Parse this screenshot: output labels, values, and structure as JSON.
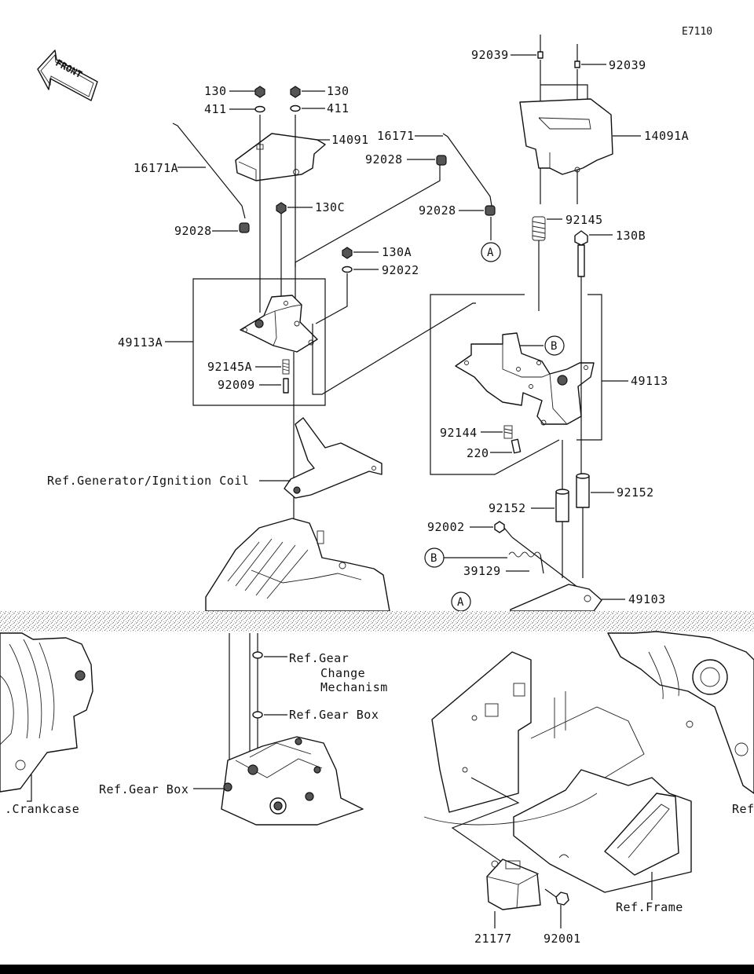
{
  "diagram_code": "E7110",
  "front_label": "FRONT",
  "labels": {
    "p130_left": "130",
    "p130_right": "130",
    "p411_left": "411",
    "p411_right": "411",
    "p14091": "14091",
    "p16171A": "16171A",
    "p16171": "16171",
    "p92028_top": "92028",
    "p92028_mid": "92028",
    "p92028_left": "92028",
    "p130C": "130C",
    "p130A": "130A",
    "p92022": "92022",
    "p49113A": "49113A",
    "p92145A": "92145A",
    "p92009": "92009",
    "ref_generator": "Ref.Generator/Ignition Coil",
    "p92039_left": "92039",
    "p92039_right": "92039",
    "p14091A": "14091A",
    "p92145": "92145",
    "p130B": "130B",
    "callout_A_top": "A",
    "callout_B_top": "B",
    "p49113": "49113",
    "p92144": "92144",
    "p220": "220",
    "p92152_right": "92152",
    "p92152_left": "92152",
    "p92002": "92002",
    "callout_B_lower": "B",
    "p39129": "39129",
    "callout_A_lower": "A",
    "p49103": "49103",
    "ref_gear_change_1": "Ref.Gear",
    "ref_gear_change_2": "Change",
    "ref_gear_change_3": "Mechanism",
    "ref_gear_box_right": "Ref.Gear Box",
    "ref_gear_box_left": "Ref.Gear Box",
    "ref_crankcase": ".Crankcase",
    "ref_right_edge": "Ref",
    "ref_frame": "Ref.Frame",
    "p21177": "21177",
    "p92001": "92001"
  }
}
